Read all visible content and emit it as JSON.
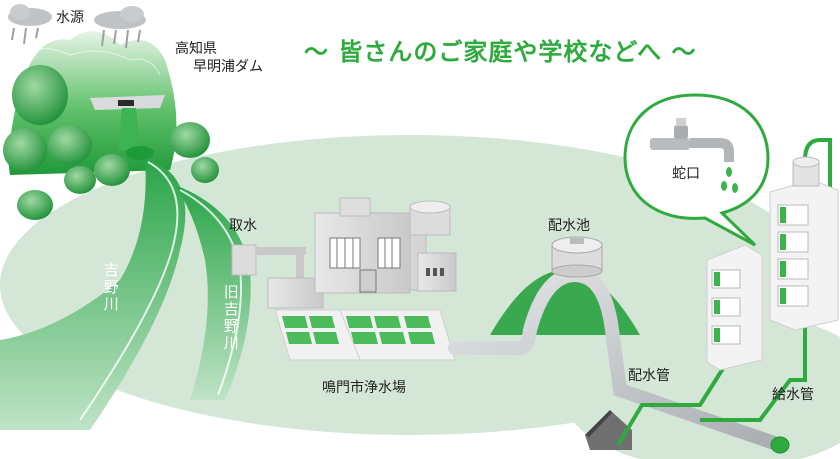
{
  "title": "～ 皆さんのご家庭や学校などへ ～",
  "labels": {
    "source": "水源",
    "dam_line1": "高知県",
    "dam_line2": "早明浦ダム",
    "intake": "取水",
    "reservoir": "配水池",
    "faucet": "蛇口",
    "distribution_pipe": "配水管",
    "service_pipe": "給水管",
    "plant": "鳴門市浄水場",
    "river1": "吉野川",
    "river2": "旧吉野川"
  },
  "colors": {
    "accent_green": "#2eaa3e",
    "river_green": "#1f9a3a",
    "ground_green": "#d4e6d6",
    "pipe_gray": "#b9bcbf"
  }
}
